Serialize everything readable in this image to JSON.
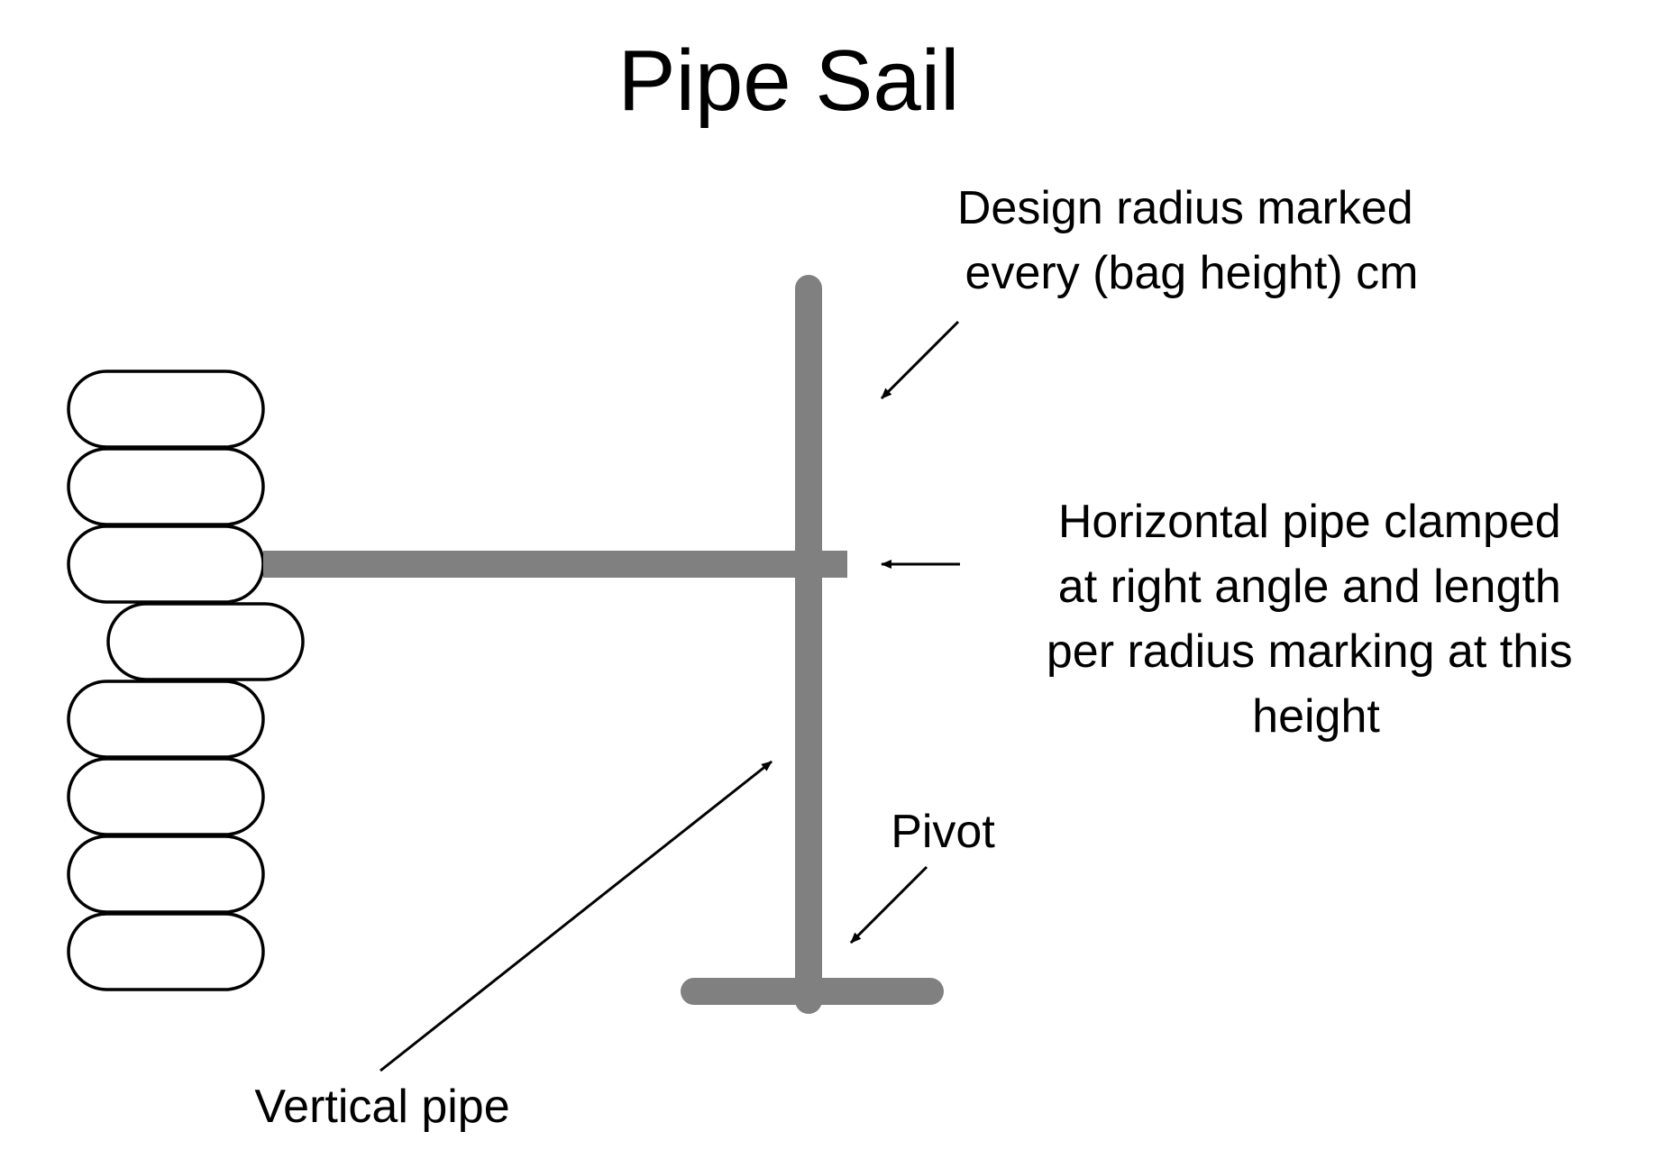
{
  "title": "Pipe Sail",
  "labels": {
    "design_radius": [
      "Design radius marked",
      "every (bag height) cm"
    ],
    "horizontal_pipe": [
      "Horizontal pipe clamped",
      "at right angle and length",
      "per radius marking at this",
      "height"
    ],
    "pivot": "Pivot",
    "vertical_pipe": "Vertical pipe"
  },
  "colors": {
    "pipe": "#808080",
    "outline": "#000000",
    "background": "#ffffff"
  },
  "bag_count": 8
}
